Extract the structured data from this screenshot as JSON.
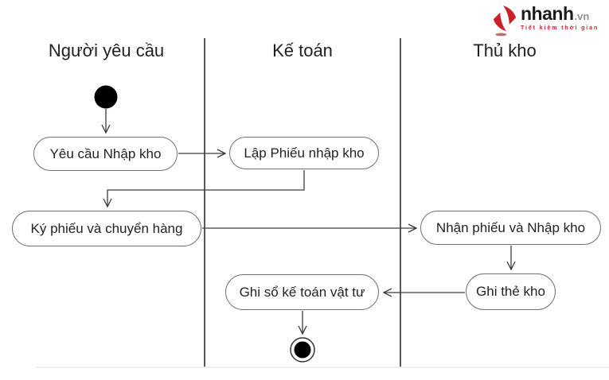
{
  "logo": {
    "brand": "nhanh",
    "tld": ".vn",
    "tagline": "Tiết kiệm thời gian",
    "colors": {
      "brand_red": "#cc2027",
      "brand_text": "#1c1c1c",
      "tld_gray": "#8f8f8f"
    }
  },
  "diagram": {
    "type": "uml-activity-swimlane",
    "lanes": [
      {
        "id": "nguoi-yeu-cau",
        "label": "Người yêu cầu"
      },
      {
        "id": "ke-toan",
        "label": "Kế toán"
      },
      {
        "id": "thu-kho",
        "label": "Thủ kho"
      }
    ],
    "nodes": {
      "start": {
        "type": "initial",
        "lane": "nguoi-yeu-cau"
      },
      "yeu_cau": {
        "label": "Yêu cầu Nhập kho",
        "lane": "nguoi-yeu-cau"
      },
      "lap_phieu": {
        "label": "Lập Phiếu nhập kho",
        "lane": "ke-toan"
      },
      "ky_phieu": {
        "label": "Ký phiếu và chuyển hàng",
        "lane": "nguoi-yeu-cau"
      },
      "nhan_phieu": {
        "label": "Nhận phiếu và Nhập kho",
        "lane": "thu-kho"
      },
      "ghi_the": {
        "label": "Ghi thẻ kho",
        "lane": "thu-kho"
      },
      "ghi_so": {
        "label": "Ghi sổ kế toán vật tư",
        "lane": "ke-toan"
      },
      "end": {
        "type": "final",
        "lane": "ke-toan"
      }
    },
    "edges": [
      {
        "from": "start",
        "to": "yeu_cau"
      },
      {
        "from": "yeu_cau",
        "to": "lap_phieu"
      },
      {
        "from": "lap_phieu",
        "to": "ky_phieu"
      },
      {
        "from": "ky_phieu",
        "to": "nhan_phieu"
      },
      {
        "from": "nhan_phieu",
        "to": "ghi_the"
      },
      {
        "from": "ghi_the",
        "to": "ghi_so"
      },
      {
        "from": "ghi_so",
        "to": "end"
      }
    ],
    "colors": {
      "line": "#3c3c3c",
      "box_border": "#707070",
      "text": "#222222",
      "divider": "#2e2e2e"
    }
  }
}
